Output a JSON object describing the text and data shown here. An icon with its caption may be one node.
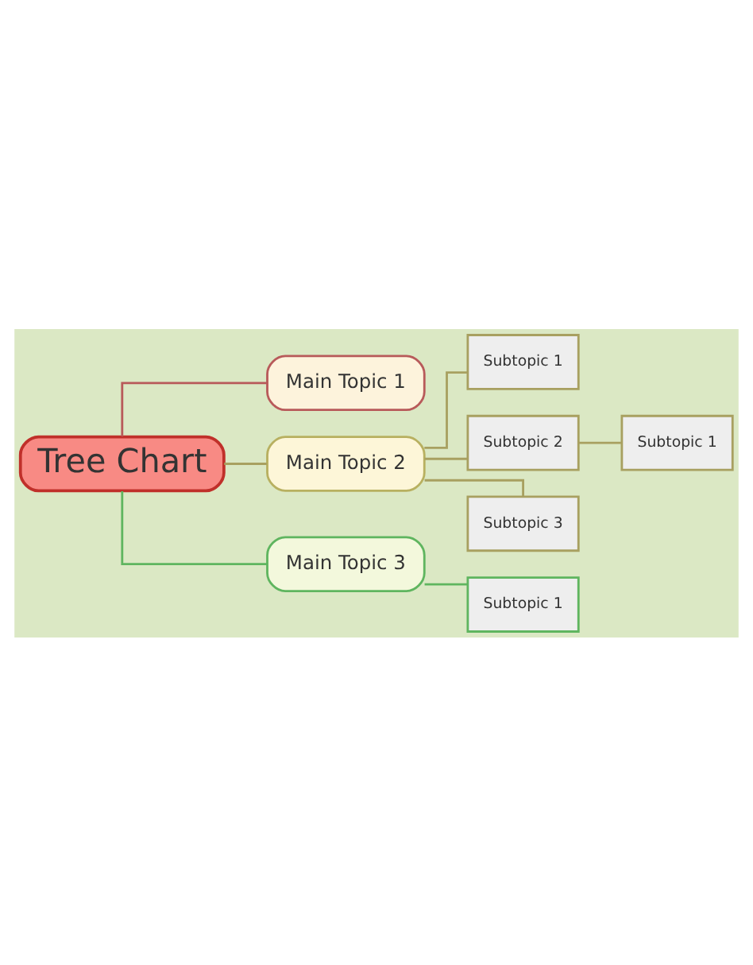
{
  "diagram": {
    "nodes": [
      {
        "text": [
          "Tree Chart"
        ]
      },
      {
        "text": [
          "Main Topic 1"
        ]
      },
      {
        "text": [
          "Main Topic 2"
        ]
      },
      {
        "text": [
          "Subtopic 1"
        ]
      },
      {
        "text": [
          "Subtopic 2"
        ]
      },
      {
        "text": [
          "Subtopic 1"
        ]
      },
      {
        "text": [
          "Subtopic 3"
        ]
      },
      {
        "text": [
          "Main Topic 3"
        ]
      },
      {
        "text": [
          "Subtopic 1"
        ]
      }
    ],
    "edges": [
      {
        "from": 0,
        "to": 1,
        "arrow": "none",
        "color": "#b85a5a"
      },
      {
        "from": 0,
        "to": 2,
        "arrow": "none"
      },
      {
        "from": 0,
        "to": 7,
        "arrow": "none",
        "color": "#5fb55f"
      },
      {
        "from": 2,
        "to": 3,
        "arrow": "none"
      },
      {
        "from": 2,
        "to": 4,
        "arrow": "none"
      },
      {
        "from": 2,
        "to": 6,
        "arrow": "none"
      },
      {
        "from": 4,
        "to": 5,
        "arrow": "none"
      },
      {
        "from": 7,
        "to": 8,
        "arrow": "none",
        "color": "#5fb55f"
      }
    ]
  }
}
